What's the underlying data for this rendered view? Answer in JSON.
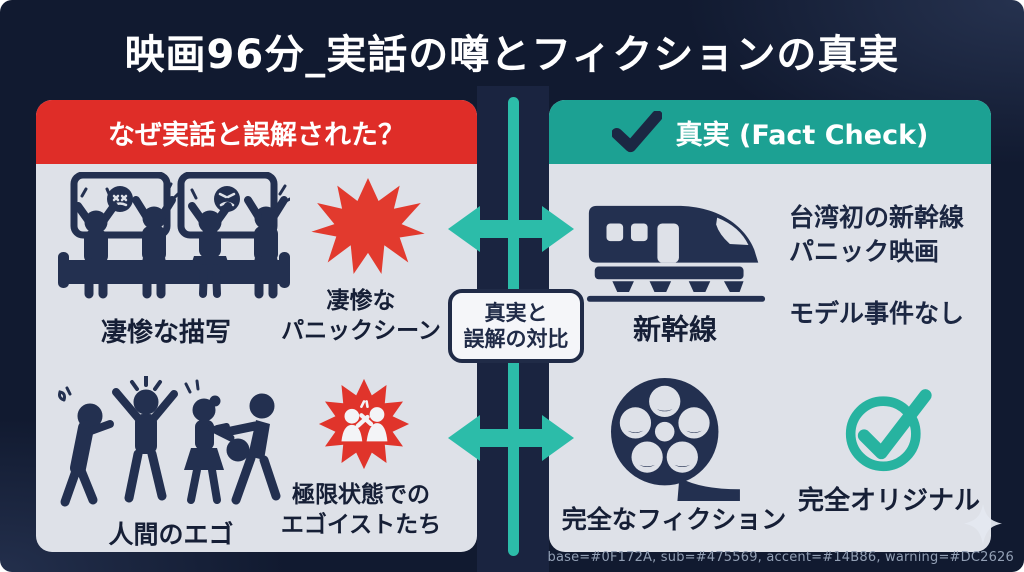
{
  "page": {
    "title": "映画96分_実話の噂とフィクションの真実"
  },
  "misconception_panel": {
    "header": "なぜ実話と誤解された？",
    "gore_caption": "凄惨な描写",
    "panic_line1": "凄惨な",
    "panic_line2": "パニックシーン",
    "ego_caption": "人間のエゴ",
    "egoist_line1": "極限状態での",
    "egoist_line2": "エゴイストたち"
  },
  "fact_panel": {
    "header": "真実 (Fact Check)",
    "train_caption": "新幹線",
    "note_line1": "台湾初の新幹線",
    "note_line2": "パニック映画",
    "note_line3": "モデル事件なし",
    "fiction_caption": "完全なフィクション",
    "original_caption": "完全オリジナル"
  },
  "center_connector": {
    "line1": "真実と",
    "line2": "誤解の対比"
  },
  "footer": {
    "palette_note": "base=#0F172A, sub=#475569, accent=#14B86, warning=#DC2626"
  },
  "colors": {
    "base": "#0F172A",
    "sub": "#475569",
    "accent": "#14B8A6",
    "warning": "#DC2626",
    "panel_bg": "#DEE1E8",
    "ink_navy": "#223050"
  },
  "icons": {
    "fact_header": "check-icon",
    "left_row1": "panicking-audience-icon",
    "left_row1_side": "explosion-burst-icon",
    "left_row2": "arguing-crowd-icon",
    "left_row2_side": "conflict-burst-icon",
    "right_row1": "bullet-train-icon",
    "right_row2": "film-reel-icon",
    "right_row2_side": "check-circle-icon",
    "connector": "double-arrow-icon",
    "corner": "sparkle-icon"
  }
}
